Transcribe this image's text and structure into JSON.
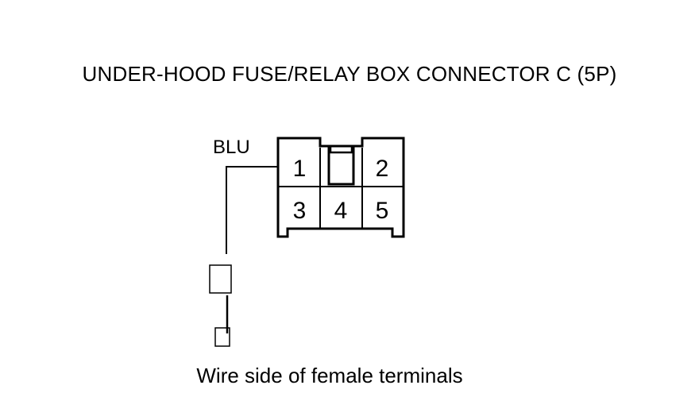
{
  "title": "UNDER-HOOD FUSE/RELAY BOX CONNECTOR C (5P)",
  "wire_color": "BLU",
  "terminals": [
    "1",
    "2",
    "3",
    "4",
    "5"
  ],
  "caption": "Wire side of female terminals"
}
